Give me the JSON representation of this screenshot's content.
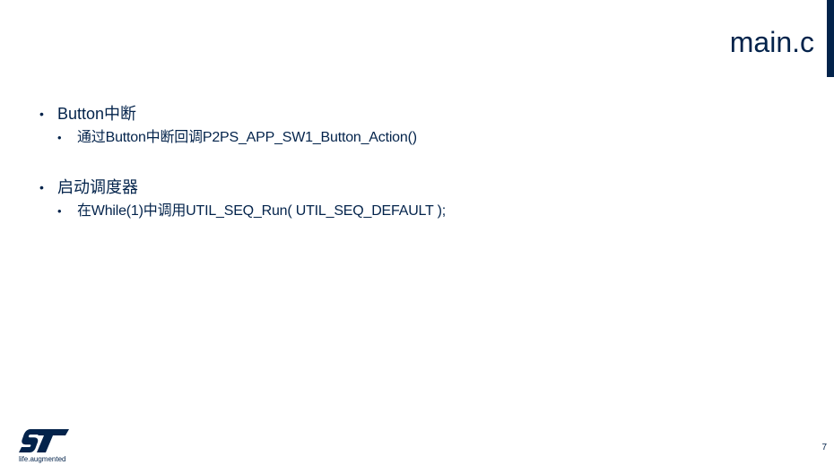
{
  "slide": {
    "title": "main.c",
    "page_number": "7"
  },
  "bullets": [
    {
      "text": "Button中断",
      "sub": [
        {
          "text": "通过Button中断回调P2PS_APP_SW1_Button_Action()"
        }
      ]
    },
    {
      "text": "启动调度器",
      "sub": [
        {
          "text": "在While(1)中调用UTIL_SEQ_Run( UTIL_SEQ_DEFAULT );"
        }
      ]
    }
  ],
  "bullet_glyph": "•",
  "logo": {
    "brand": "ST",
    "tagline": "life.augmented",
    "icon": "st-logo-icon"
  },
  "colors": {
    "text": "#03234b",
    "accent_bar": "#03234b",
    "background": "#ffffff"
  }
}
